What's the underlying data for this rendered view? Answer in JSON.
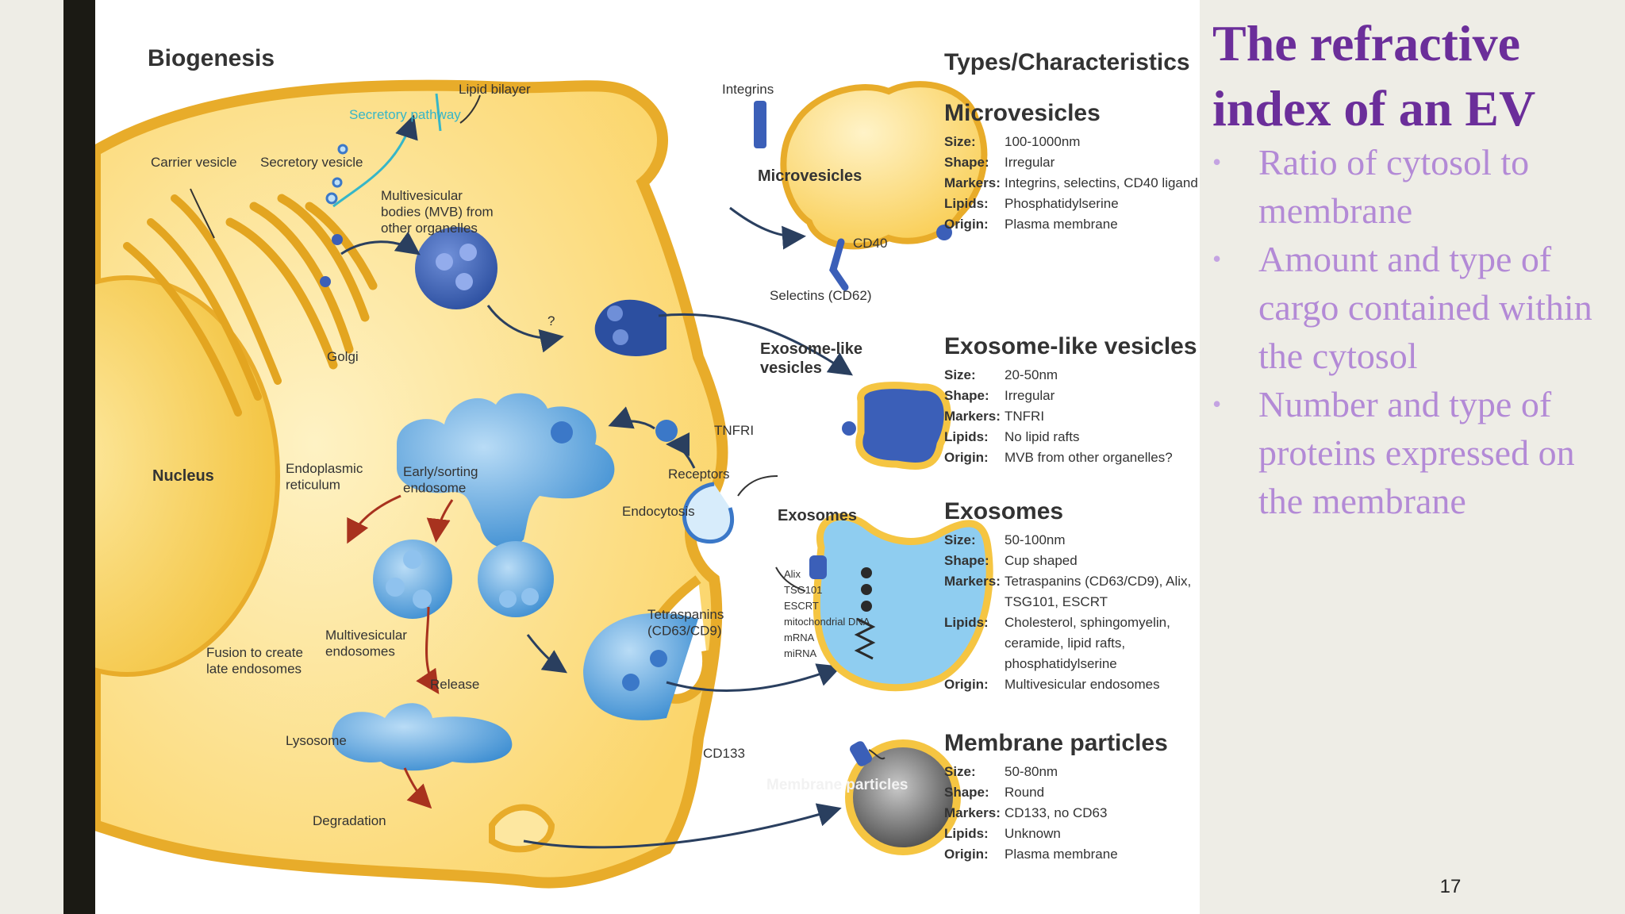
{
  "slide": {
    "title": "The refractive index of an EV",
    "bullets": [
      "Ratio of cytosol to membrane",
      "Amount and type of cargo contained within the cytosol",
      "Number and type of proteins expressed on the membrane"
    ],
    "page_number": "17"
  },
  "colors": {
    "title": "#6b2e9a",
    "bullet_text": "#b38ad6",
    "cell_fill": "#fbd871",
    "cell_edge": "#e8ac2a",
    "vesicle_blue": "#3b78c8",
    "endosome_blue": "#4a9ad8"
  },
  "diagram": {
    "biogenesis_title": "Biogenesis",
    "labels": {
      "lipid_bilayer": "Lipid bilayer",
      "secretory_pathway": "Secretory pathway",
      "carrier_vesicle": "Carrier vesicle",
      "secretory_vesicle": "Secretory vesicle",
      "mvb": "Multivesicular bodies (MVB) from other organelles",
      "golgi": "Golgi",
      "question": "?",
      "nucleus": "Nucleus",
      "er": "Endoplasmic reticulum",
      "early_endosome": "Early/sorting endosome",
      "receptors": "Receptors",
      "endocytosis": "Endocytosis",
      "multivesicular_endosomes": "Multivesicular endosomes",
      "fusion": "Fusion to create late endosomes",
      "release": "Release",
      "lysosome": "Lysosome",
      "degradation": "Degradation",
      "integrins": "Integrins",
      "microvesicles": "Microvesicles",
      "cd40": "CD40",
      "selectins": "Selectins (CD62)",
      "exosome_like": "Exosome-like vesicles",
      "tnfri": "TNFRI",
      "exosomes": "Exosomes",
      "tetraspanins": "Tetraspanins (CD63/CD9)",
      "cargo": [
        "Alix",
        "TSG101",
        "ESCRT",
        "mitochondrial DNA",
        "mRNA",
        "miRNA"
      ],
      "cd133": "CD133",
      "membrane_particles": "Membrane particles"
    }
  },
  "types": {
    "title": "Types/Characteristics",
    "keys": {
      "size": "Size:",
      "shape": "Shape:",
      "markers": "Markers:",
      "lipids": "Lipids:",
      "origin": "Origin:"
    },
    "microvesicles": {
      "name": "Microvesicles",
      "size": "100-1000nm",
      "shape": "Irregular",
      "markers": "Integrins, selectins, CD40 ligand",
      "lipids": "Phosphatidylserine",
      "origin": "Plasma membrane"
    },
    "exosome_like": {
      "name": "Exosome-like vesicles",
      "size": "20-50nm",
      "shape": "Irregular",
      "markers": "TNFRI",
      "lipids": "No lipid rafts",
      "origin": "MVB from other organelles?"
    },
    "exosomes": {
      "name": "Exosomes",
      "size": "50-100nm",
      "shape": "Cup shaped",
      "markers": "Tetraspanins (CD63/CD9), Alix, TSG101, ESCRT",
      "lipids": "Cholesterol, sphingomyelin, ceramide, lipid rafts, phosphatidylserine",
      "origin": "Multivesicular endosomes"
    },
    "membrane_particles": {
      "name": "Membrane particles",
      "size": "50-80nm",
      "shape": "Round",
      "markers": "CD133, no CD63",
      "lipids": "Unknown",
      "origin": "Plasma membrane"
    }
  }
}
